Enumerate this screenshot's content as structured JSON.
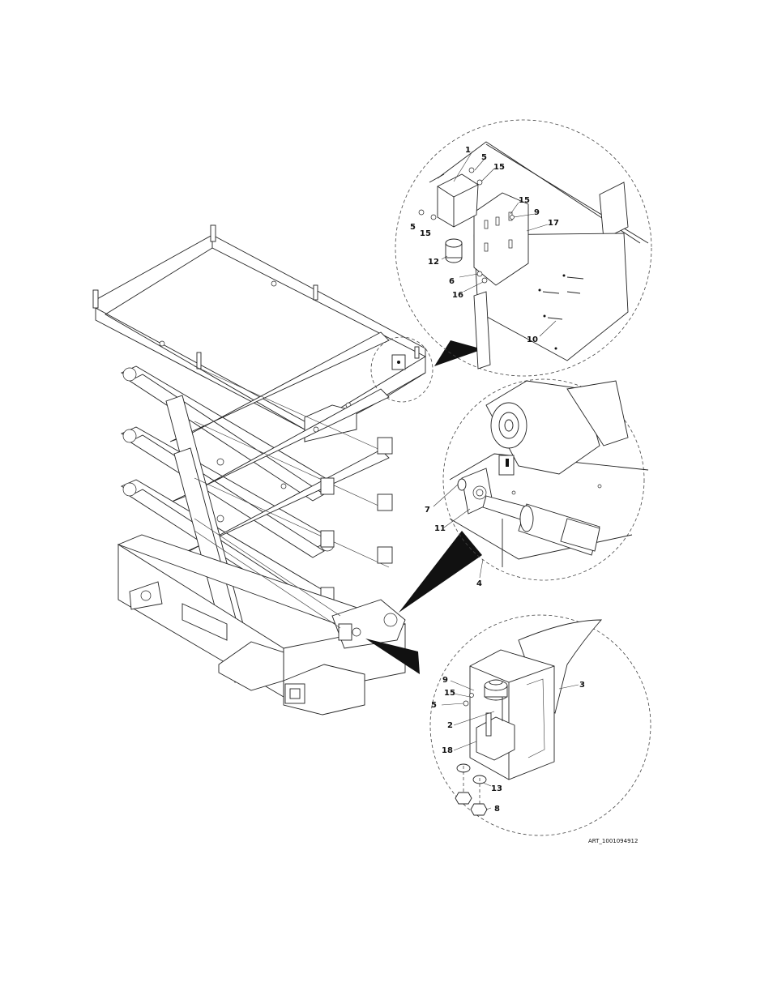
{
  "art_id": "ART_1001094912",
  "callouts": {
    "top_detail": [
      "1",
      "5",
      "15",
      "15",
      "9",
      "17",
      "5",
      "15",
      "12",
      "6",
      "16",
      "10"
    ],
    "middle_detail": [
      "7",
      "11",
      "4"
    ],
    "bottom_detail": [
      "9",
      "15",
      "5",
      "2",
      "18",
      "13",
      "8",
      "3"
    ]
  }
}
